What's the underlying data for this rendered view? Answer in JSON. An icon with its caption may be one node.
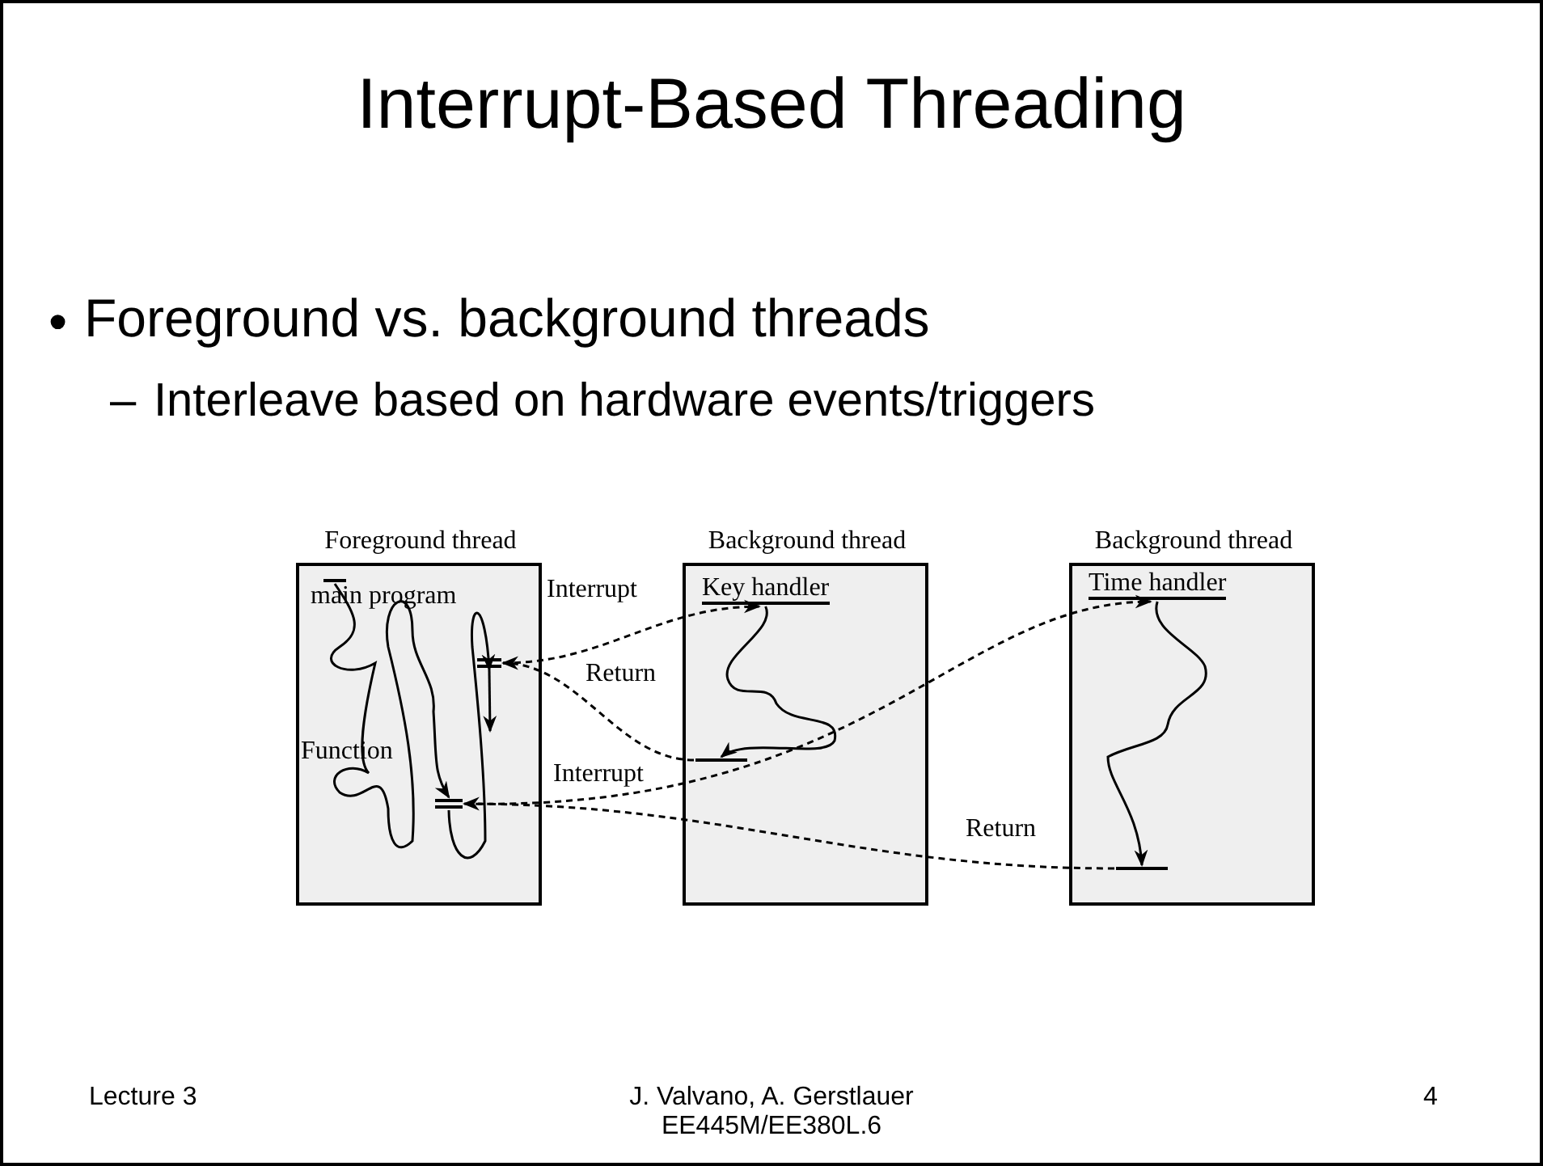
{
  "diagram": {
    "title": "Interrupt-Based Threading",
    "nodes": [
      {
        "text": [
          "Foreground thread"
        ]
      },
      {
        "text": [
          "Background thread"
        ]
      },
      {
        "text": [
          "Background thread"
        ]
      },
      {
        "text": [],
        "shape": "bar",
        "in": 0
      },
      {
        "text": [],
        "shape": "bar",
        "in": 0
      },
      {
        "text": [],
        "shape": "bar",
        "in": 0
      },
      {
        "text": [
          "Key handler"
        ],
        "in": 1
      },
      {
        "text": [],
        "shape": "bar",
        "in": 1
      },
      {
        "text": [
          "Time handler"
        ],
        "in": 2
      },
      {
        "text": [],
        "shape": "bar",
        "in": 2
      }
    ],
    "edges": [
      {
        "from": 4,
        "to": 6,
        "arrow": "to",
        "label": "Interrupt",
        "style": "dashed"
      },
      {
        "from": 7,
        "to": 4,
        "arrow": "to",
        "label": "Return",
        "style": "dashed"
      },
      {
        "from": 5,
        "to": 8,
        "arrow": "to",
        "label": "Interrupt",
        "style": "dashed"
      },
      {
        "from": 9,
        "to": 5,
        "arrow": "to",
        "label": "Return",
        "style": "dashed"
      },
      {
        "from": 3,
        "to": 5,
        "arrow": "to"
      },
      {
        "from": 5,
        "to": 4,
        "arrow": "to"
      },
      {
        "from": 4,
        "to": null,
        "arrow": "to"
      },
      {
        "from": 6,
        "to": 7,
        "arrow": "to"
      },
      {
        "from": 8,
        "to": 9,
        "arrow": "to"
      }
    ],
    "labels": [
      "•",
      "Foreground vs. background threads",
      "–",
      "Interleave based on hardware events/triggers",
      "main program",
      "Function",
      "Lecture 3",
      "J. Valvano, A. Gerstlauer EE445M/EE380L.6",
      "4"
    ]
  }
}
